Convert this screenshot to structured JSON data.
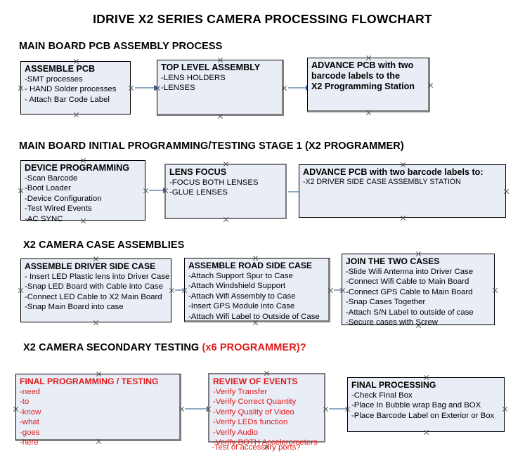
{
  "document": {
    "title": "IDRIVE X2  SERIES CAMERA PROCESSING FLOWCHART",
    "accent_red": "#e01b1b",
    "box_fill": "#e8edf6",
    "arrow_color": "#8fa9c4",
    "arrowhead_color": "#3a62a8"
  },
  "sections": [
    {
      "heading": "MAIN BOARD PCB ASSEMBLY PROCESS",
      "heading_red": "",
      "boxes": [
        {
          "title": "ASSEMBLE PCB",
          "lines": [
            "-SMT processes",
            "- HAND Solder processes",
            "- Attach Bar Code Label"
          ]
        },
        {
          "title": "TOP LEVEL ASSEMBLY",
          "lines": [
            "-LENS HOLDERS",
            "-LENSES"
          ]
        },
        {
          "title": "ADVANCE PCB with two",
          "lines": [
            "barcode labels to the",
            " X2 Programming Station"
          ]
        }
      ]
    },
    {
      "heading": "MAIN BOARD INITIAL PROGRAMMING/TESTING STAGE 1 (X2 PROGRAMMER)",
      "heading_red": "",
      "boxes": [
        {
          "title": "DEVICE PROGRAMMING",
          "lines": [
            "-Scan Barcode",
            "-Boot Loader",
            "-Device Configuration",
            "-Test Wired Events",
            "-AC SYNC"
          ]
        },
        {
          "title": "LENS FOCUS",
          "lines": [
            "-FOCUS BOTH LENSES",
            "-GLUE LENSES"
          ]
        },
        {
          "title": "ADVANCE PCB with two barcode labels to:",
          "lines": [
            "-X2 DRIVER  SIDE  CASE  ASSEMBLY STATION"
          ]
        }
      ]
    },
    {
      "heading": "X2 CAMERA CASE ASSEMBLIES",
      "heading_red": "",
      "boxes": [
        {
          "title": "ASSEMBLE DRIVER SIDE CASE",
          "lines": [
            "- Insert LED Plastic lens into Driver Case",
            "-Snap LED Board with Cable into Case",
            "-Connect LED Cable to X2 Main Board",
            "-Snap Main Board into case"
          ]
        },
        {
          "title": "ASSEMBLE ROAD SIDE CASE",
          "lines": [
            "-Attach Support Spur to Case",
            "-Attach Windshield Support",
            "-Attach Wifi Assembly to Case",
            "-Insert GPS Module into Case",
            "-Attach Wifi Label to Outside of Case"
          ]
        },
        {
          "title": "JOIN THE TWO CASES",
          "lines": [
            "-Slide Wifi Antenna into Driver Case",
            "-Connect Wifi Cable to Main Board",
            "-Connect GPS Cable to Main Board",
            "-Snap Cases Together",
            "-Attach S/N Label to outside of case",
            "-Secure cases with Screw"
          ]
        }
      ]
    },
    {
      "heading": "X2 CAMERA SECONDARY TESTING ",
      "heading_red": "(x6 PROGRAMMER)?",
      "boxes": [
        {
          "title": "FINAL PROGRAMMING / TESTING",
          "lines": [
            "-need",
            "-to",
            "-know",
            "-what",
            "-goes",
            "-here"
          ]
        },
        {
          "title": "REVIEW OF EVENTS",
          "lines": [
            "-Verify Transfer",
            "-Verify Correct Quantity",
            "-Verify Quality of Video",
            "-Verify LEDs function",
            "-Verify Audio",
            "-Verify BOTH Accelerometers"
          ],
          "overflow_line": "-Test of accessory ports?"
        },
        {
          "title": "FINAL PROCESSING",
          "lines": [
            " -Check Final Box",
            "-Place In Bubble wrap Bag and BOX",
            "-Place Barcode Label on Exterior or Box"
          ]
        }
      ]
    }
  ]
}
